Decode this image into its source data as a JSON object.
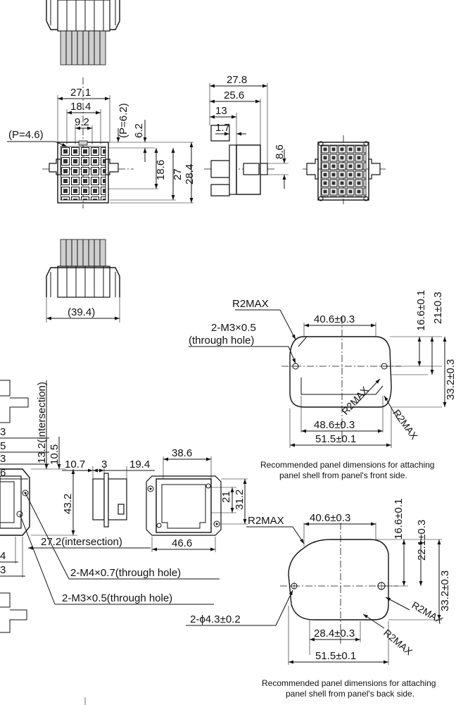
{
  "dimensions": {
    "top_w": "27.1",
    "w2": "18.4",
    "w3": "9.2",
    "pitch_h": "(P=4.6)",
    "pitch_v": "(P=6.2)",
    "v62": "6.2",
    "v186": "18.6",
    "v27": "27",
    "v284": "28.4",
    "s278": "27.8",
    "s256": "25.6",
    "s13": "13",
    "s17": "1.7",
    "s86": "8.6",
    "b394": "(39.4)",
    "l_inter": "13.2(intersection)",
    "l105": "10.5",
    "l432": "43.2",
    "l107": "10.7",
    "l3": "3",
    "l194": "19.4",
    "l386": "38.6",
    "l21": "21",
    "l312": "31.2",
    "l466": "46.6",
    "l272": "27.2(intersection)",
    "frag_3a": "3",
    "frag_5": "5",
    "frag_3b": "3",
    "frag_6": "6",
    "frag_4": "4",
    "frag_3c": "3"
  },
  "callouts": {
    "m4": "2-M4×0.7(through hole)",
    "m3": "2-M3×0.5(through hole)"
  },
  "front_panel": {
    "r2max_top": "R2MAX",
    "m3_line1": "2-M3×0.5",
    "m3_line2": "(through hole)",
    "w406": "40.6±0.3",
    "h166": "16.6±0.1",
    "h21": "21±0.3",
    "h332": "33.2±0.3",
    "r2max_inner": "R2MAX",
    "r2max_outer": "R2MAX",
    "w486": "48.6±0.3",
    "w515": "51.5±0.1",
    "caption_line1": "Recommended panel dimensions for attaching",
    "caption_line2": "panel shell from panel's front side."
  },
  "back_panel": {
    "r2max_top": "R2MAX",
    "w406": "40.6±0.3",
    "h166": "16.6±0.1",
    "h221": "22.1±0.3",
    "h332": "33.2±0.3",
    "hole": "2-ϕ4.3±0.2",
    "r2max_right": "R2MAX",
    "r2max_bottom": "R2MAX",
    "w284": "28.4±0.3",
    "w515": "51.5±0.1",
    "caption_line1": "Recommended panel dimensions for attaching",
    "caption_line2": "panel shell from panel's back side."
  }
}
